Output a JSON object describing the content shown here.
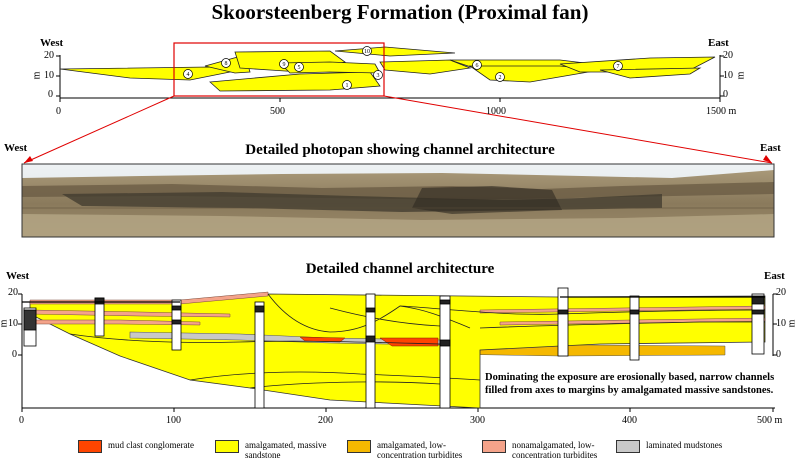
{
  "title": "Skoorsteenberg Formation (Proximal fan)",
  "top_panel": {
    "west": "West",
    "east": "East",
    "y_unit": "m",
    "y_ticks_left": [
      "20",
      "10",
      "0"
    ],
    "y_ticks_right": [
      "20",
      "10",
      "0"
    ],
    "x_ticks": [
      "0",
      "500",
      "1000",
      "1500 m"
    ],
    "channel_numbers": [
      "1",
      "2",
      "3",
      "4",
      "5",
      "6",
      "7",
      "8",
      "9",
      "10"
    ]
  },
  "photo_panel": {
    "west": "West",
    "east": "East",
    "title": "Detailed photopan showing channel architecture"
  },
  "bottom_panel": {
    "west": "West",
    "east": "East",
    "title": "Detailed channel architecture",
    "y_unit": "m",
    "y_ticks_left": [
      "20",
      "10",
      "0"
    ],
    "y_ticks_right": [
      "20",
      "10",
      "0"
    ],
    "x_ticks": [
      "0",
      "100",
      "200",
      "300",
      "400",
      "500 m"
    ],
    "note": "Dominating the exposure are erosionally based, narrow channels filled from axes to margins by amalgamated massive sandstones."
  },
  "legend": [
    {
      "label": "mud clast conglomerate",
      "color": "#ff4500"
    },
    {
      "label": "amalgamated, massive sandstone",
      "color": "#ffff00"
    },
    {
      "label": "amalgamated, low-concentration turbidites",
      "color": "#f5b800"
    },
    {
      "label": "nonamalgamated, low-concentration turbidites",
      "color": "#f4a38a"
    },
    {
      "label": "laminated mudstones",
      "color": "#c8c8c8"
    }
  ]
}
